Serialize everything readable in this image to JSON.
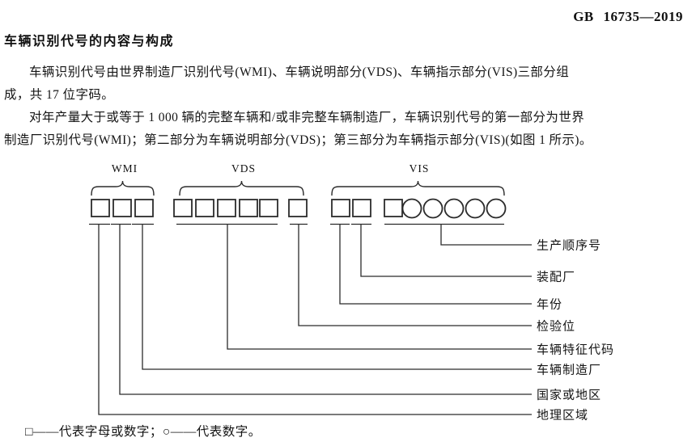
{
  "header": {
    "standard_number": "GB 16735—2019"
  },
  "title": "车辆识别代号的内容与构成",
  "paragraphs": [
    {
      "lines": [
        "车辆识别代号由世界制造厂识别代号(WMI)、车辆说明部分(VDS)、车辆指示部分(VIS)三部分组",
        "成，共 17 位字码。"
      ]
    },
    {
      "lines": [
        "对年产量大于或等于 1 000 辆的完整车辆和/或非完整车辆制造厂，车辆识别代号的第一部分为世界",
        "制造厂识别代号(WMI)；第二部分为车辆说明部分(VDS)；第三部分为车辆指示部分(VIS)(如图 1 所示)。"
      ]
    }
  ],
  "figure": {
    "sections": [
      {
        "label": "WMI",
        "slots": [
          "square",
          "square",
          "square"
        ]
      },
      {
        "label": "VDS",
        "slots": [
          "square",
          "square",
          "square",
          "square",
          "square",
          "square"
        ]
      },
      {
        "label": "VIS",
        "slots": [
          "square",
          "square",
          "square",
          "circle",
          "circle",
          "circle",
          "circle",
          "circle"
        ]
      }
    ],
    "callouts": [
      "生产顺序号",
      "装配厂",
      "年份",
      "检验位",
      "车辆特征代码",
      "车辆制造厂",
      "国家或地区",
      "地理区域"
    ],
    "legend": "□——代表字母或数字；○——代表数字。",
    "line_color": "#2b2b2b"
  }
}
